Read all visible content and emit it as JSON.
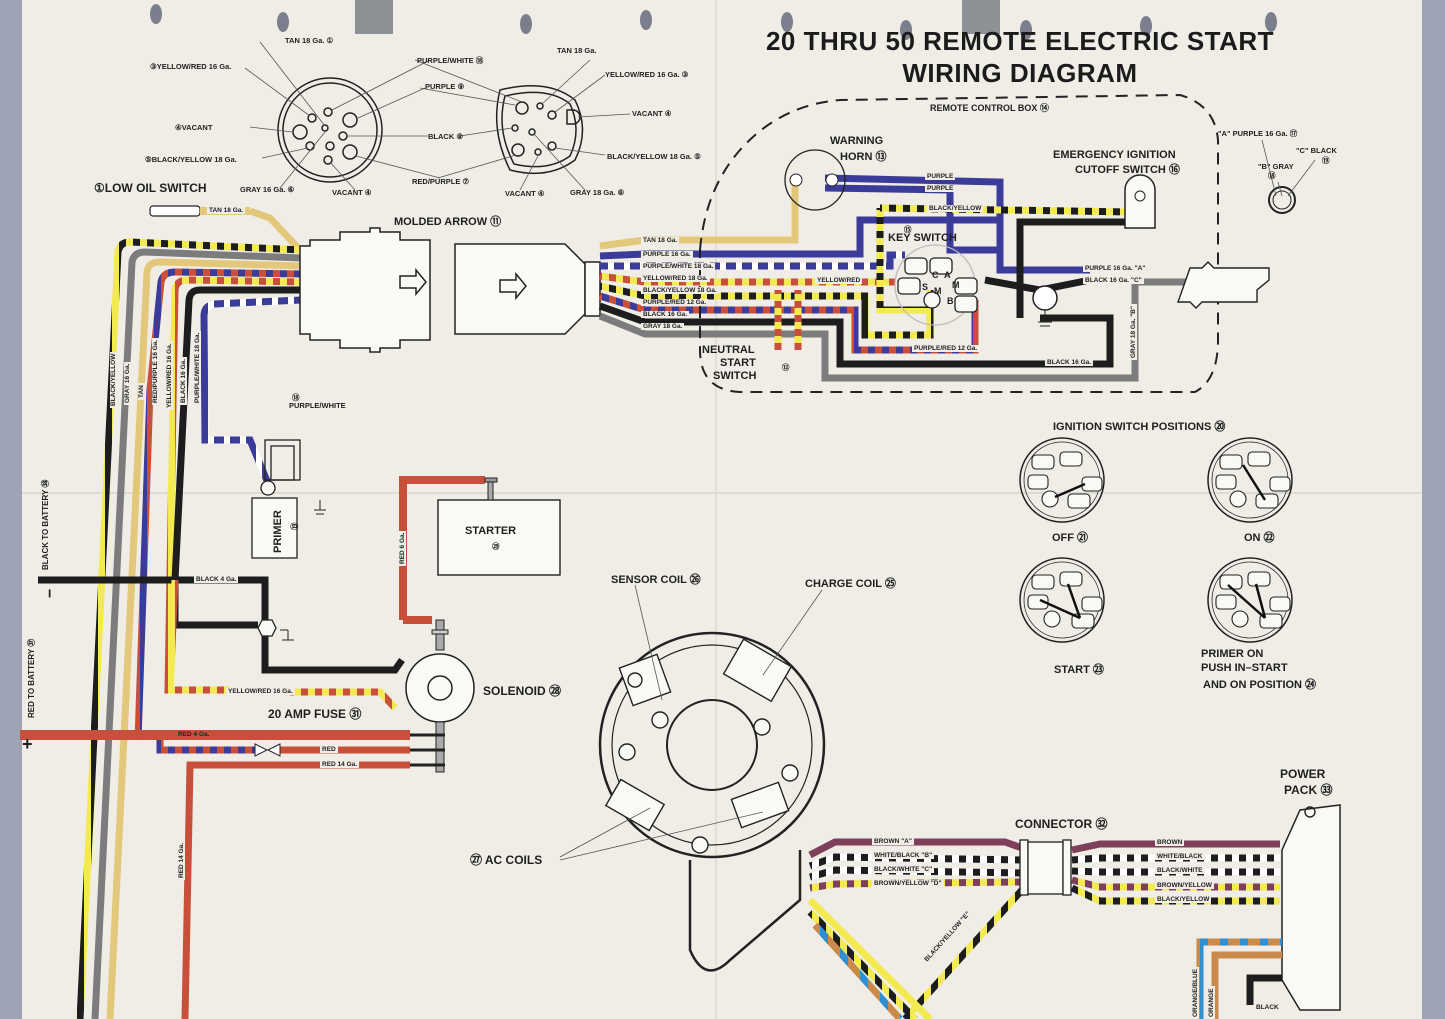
{
  "title": {
    "line1": "20 THRU 50 REMOTE ELECTRIC START",
    "line2": "WIRING DIAGRAM"
  },
  "colors": {
    "paper": "#efede6",
    "background": "#9ea3b6",
    "purple": "#3b3b9a",
    "red": "#c8503a",
    "yellow": "#f2ea4e",
    "tan": "#e3c77a",
    "black": "#1d1d1d",
    "gray": "#7c7c7c",
    "brown": "#7d3f5a",
    "orange": "#c98a4b",
    "blue": "#2f8fd0"
  },
  "plugs": {
    "left_labels": [
      "TAN 18 Ga. ①",
      "③YELLOW/RED 16 Ga.",
      "④VACANT",
      "⑤BLACK/YELLOW 18 Ga.",
      "GRAY 16 Ga. ⑥",
      "VACANT ④"
    ],
    "center_labels": [
      "PURPLE/WHITE ⑱",
      "PURPLE ⑨",
      "BLACK ⑧",
      "RED/PURPLE ⑦"
    ],
    "right_labels": [
      "TAN 18 Ga.",
      "YELLOW/RED 16 Ga. ③",
      "VACANT ④",
      "BLACK/YELLOW 18 Ga. ⑤",
      "GRAY 18 Ga. ⑥",
      "VACANT ④"
    ]
  },
  "components": {
    "low_oil_switch": "①LOW OIL SWITCH",
    "molded_arrow": "MOLDED ARROW ⑪",
    "remote_control_box": "REMOTE CONTROL BOX ⑭",
    "warning_horn_1": "WARNING",
    "warning_horn_2": "HORN ⑬",
    "emergency_1": "EMERGENCY IGNITION",
    "emergency_2": "CUTOFF SWITCH ⑯",
    "key_switch_num": "⑮",
    "key_switch": "KEY SWITCH",
    "neutral_1": "NEUTRAL",
    "neutral_2": "START",
    "neutral_3": "SWITCH",
    "neutral_num": "⑫",
    "primer": "PRIMER",
    "primer_num": "⑲",
    "primer_wire_num": "⑱",
    "primer_wire": "PURPLE/WHITE",
    "starter": "STARTER",
    "starter_num": "㉙",
    "solenoid": "SOLENOID ㉘",
    "fuse": "20 AMP FUSE ㉛",
    "black_to_battery": "BLACK TO BATTERY ㊳",
    "red_to_battery": "RED TO BATTERY ㊲",
    "minus": "−",
    "plus": "+",
    "sensor_coil": "SENSOR COIL ㉖",
    "charge_coil": "CHARGE COIL ㉕",
    "ac_coils": "㉗ AC COILS",
    "connector": "CONNECTOR ㉜",
    "power_pack_1": "POWER",
    "power_pack_2": "PACK ㉝"
  },
  "trailer_plug": {
    "a": "\"A\" PURPLE 16 Ga. ⑰",
    "b": "\"B\" GRAY",
    "b_num": "⑱",
    "c": "\"C\" BLACK",
    "c_num": "⑲"
  },
  "harness_wires": [
    "TAN 18 Ga.",
    "PURPLE 16 Ga.",
    "PURPLE/WHITE 18 Ga.",
    "YELLOW/RED 18 Ga.",
    "BLACK/YELLOW 18 Ga.",
    "PURPLE/RED 12 Ga.",
    "BLACK 16 Ga.",
    "GRAY 18 Ga."
  ],
  "vertical_wires": [
    "BLACK/YELLOW",
    "GRAY 16 Ga.",
    "TAN",
    "RED/PURPLE 16 Ga.",
    "YELLOW/RED 16 Ga.",
    "BLACK 16 Ga.",
    "PURPLE/WHITE 18 Ga."
  ],
  "box_wires": {
    "tan": "TAN 18 Ga.",
    "purple1": "PURPLE",
    "purple2": "PURPLE",
    "black_yellow": "BLACK/YELLOW",
    "yellow_red": "YELLOW/RED",
    "purple_a": "PURPLE 16 Ga. \"A\"",
    "black_c": "BLACK 16 Ga. \"C\"",
    "gray_b": "GRAY 18 Ga. \"B\"",
    "purple_red": "PURPLE/RED 12 Ga.",
    "black16": "BLACK 16 Ga."
  },
  "lower_wires": {
    "black4": "BLACK 4 Ga.",
    "yellow_red16": "YELLOW/RED 16 Ga.",
    "red4": "RED 4 Ga.",
    "red": "RED",
    "red14": "RED 14 Ga.",
    "red14_vert": "RED 14 Ga.",
    "red6": "RED 6 Ga."
  },
  "stator_wires": [
    "BROWN \"A\"",
    "WHITE/BLACK \"B\"",
    "BLACK/WHITE \"C\"",
    "BROWN/YELLOW \"D\"",
    "BLACK/YELLOW \"E\""
  ],
  "pack_wires": [
    "BROWN",
    "WHITE/BLACK",
    "BLACK/WHITE",
    "BROWN/YELLOW",
    "BLACK/YELLOW",
    "ORANGE/BLUE",
    "ORANGE",
    "BLACK"
  ],
  "ignition_positions": {
    "title": "IGNITION SWITCH POSITIONS ⑳",
    "off": "OFF ㉑",
    "on": "ON ㉒",
    "start": "START ㉓",
    "primer_1": "PRIMER ON",
    "primer_2": "PUSH IN–START",
    "primer_3": "AND ON POSITION ㉔",
    "terminals": [
      "C",
      "A",
      "S",
      "M",
      "M",
      "B"
    ]
  }
}
